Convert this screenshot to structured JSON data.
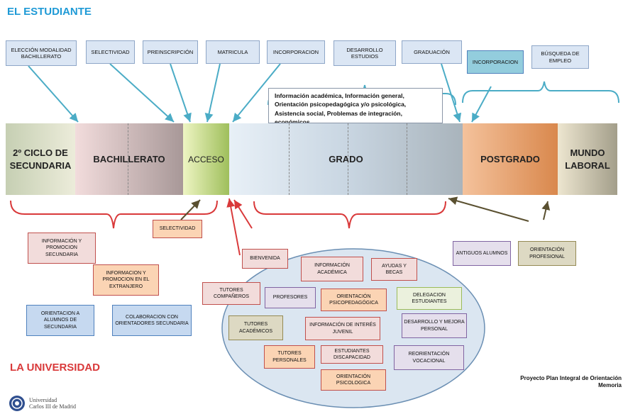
{
  "titles": {
    "top": "EL ESTUDIANTE",
    "bottom": "LA UNIVERSIDAD"
  },
  "top_labels": {
    "eleccion": "ELECCIÓN MODALIDAD BACHILLERATO",
    "selectividad": "SELECTIVIDAD",
    "preinscripcion": "PREINSCRIPCIÓN",
    "matricula": "MATRICULA",
    "incorporacion": "INCORPORACION",
    "desarrollo": "DESARROLLO ESTUDIOS",
    "graduacion": "GRADUACIÓN",
    "incorporacion2": "INCORPORACION",
    "busqueda": "BÚSQUEDA DE EMPLEO"
  },
  "info_text": "Información académica, Información general, Orientación psicopedagógica y/o psicológica, Asistencia social, Problemas de integración, económicos,",
  "timeline": {
    "ciclo": "2º CICLO DE SECUNDARIA",
    "bachillerato": "BACHILLERATO",
    "acceso": "ACCESO",
    "grado": "GRADO",
    "postgrado": "POSTGRADO",
    "mundo": "MUNDO LABORAL"
  },
  "bottom_labels": {
    "info_promo_sec": "INFORMACIÓN Y PROMOCION SECUNDARIA",
    "selectividad": "SELECTIVIDAD",
    "info_promo_ext": "INFORMACION Y PROMOCION EN EL EXTRANJERO",
    "orient_alumnos": "ORIENTACION A ALUMNOS DE SECUNDARIA",
    "colab": "COLABORACION CON ORIENTADORES SECUNDARIA",
    "bienvenida": "BIENVENIDA",
    "info_academica": "INFORMACIÓN ACADÉMICA",
    "ayudas": "AYUDAS Y BECAS",
    "antiguos": "ANTIGUOS ALUMNOS",
    "orient_prof": "ORIENTACIÓN PROFESIONAL",
    "tutores_comp": "TUTORES COMPAÑEROS",
    "profesores": "PROFESORES",
    "orient_psicoped": "ORIENTACIÓN PSICOPEDAGÓGICA",
    "delegacion": "DELEGACION ESTUDIANTES",
    "tutores_acad": "TUTORES ACADÉMICOS",
    "info_juvenil": "INFORMACIÓN DE INTERÉS JUVENIL",
    "desarrollo_pers": "DESARROLLO Y MEJORA PERSONAL",
    "tutores_pers": "TUTORES PERSONALES",
    "discapacidad": "ESTUDIANTES DISCAPACIDAD",
    "reorientacion": "REORIENTACIÓN VOCACIONAL",
    "orient_psico": "ORIENTACIÓN PSICOLOGICA"
  },
  "footer": {
    "line1": "Proyecto Plan Integral de Orientación",
    "line2": "Memoria"
  },
  "logo": {
    "line1": "Universidad",
    "line2": "Carlos III de Madrid"
  }
}
